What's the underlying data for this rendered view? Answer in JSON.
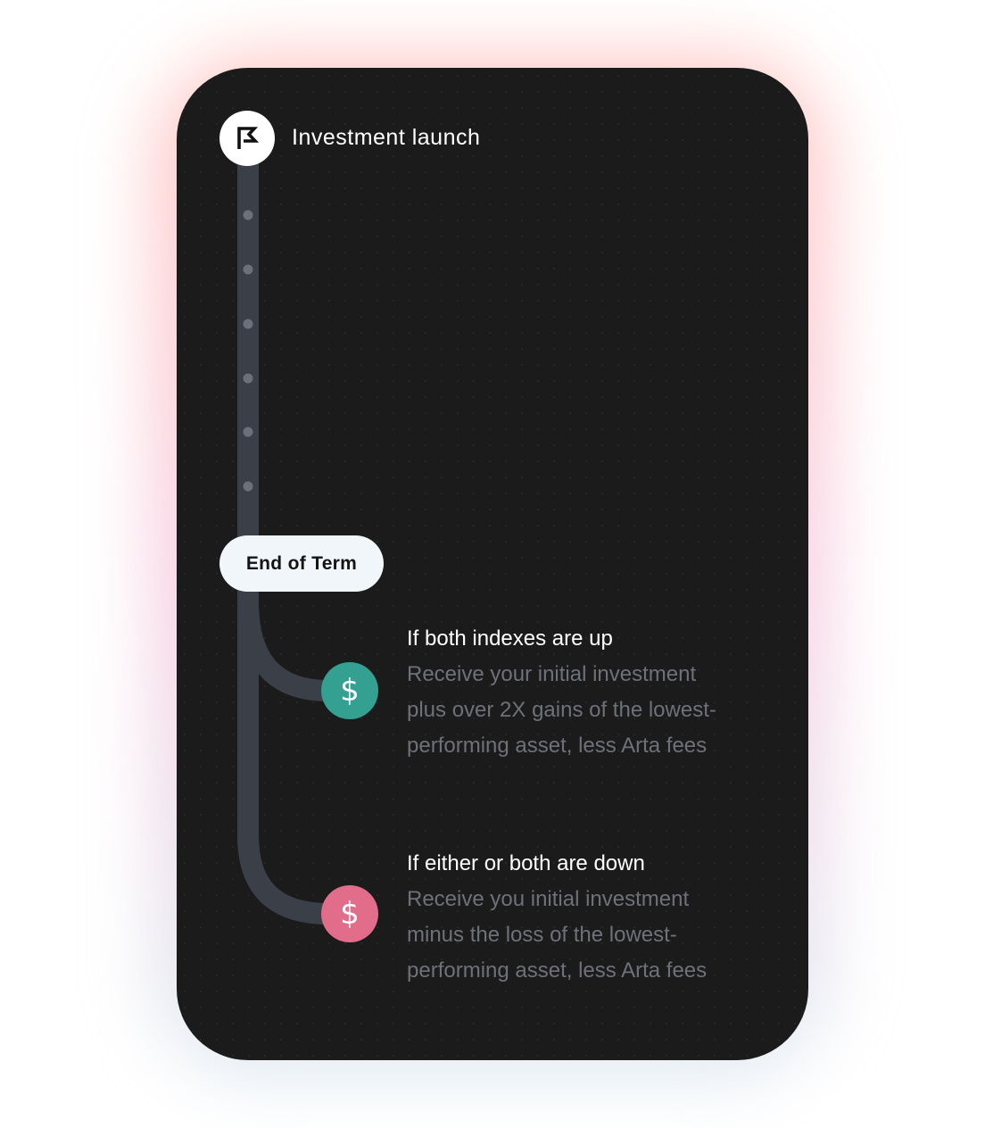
{
  "launch": {
    "label": "Investment launch",
    "icon": "flag-icon"
  },
  "end_of_term": {
    "label": "End of Term"
  },
  "outcomes": [
    {
      "title": "If both indexes are up",
      "description_lines": [
        "Receive your initial investment",
        "plus over 2X gains of the lowest-",
        "performing asset, less Arta fees"
      ],
      "icon": "dollar-icon",
      "color": "#33a092"
    },
    {
      "title": "If either or both are down",
      "description_lines": [
        "Receive you initial investment",
        "minus the loss of the lowest-",
        "performing asset, less Arta fees"
      ],
      "icon": "dollar-icon",
      "color": "#e26d8a"
    }
  ],
  "coin_symbol": "$",
  "colors": {
    "card_background": "#1b1b1c",
    "track": "#3a3f48",
    "track_dot": "#6b707a",
    "positive": "#33a092",
    "negative": "#e26d8a"
  }
}
